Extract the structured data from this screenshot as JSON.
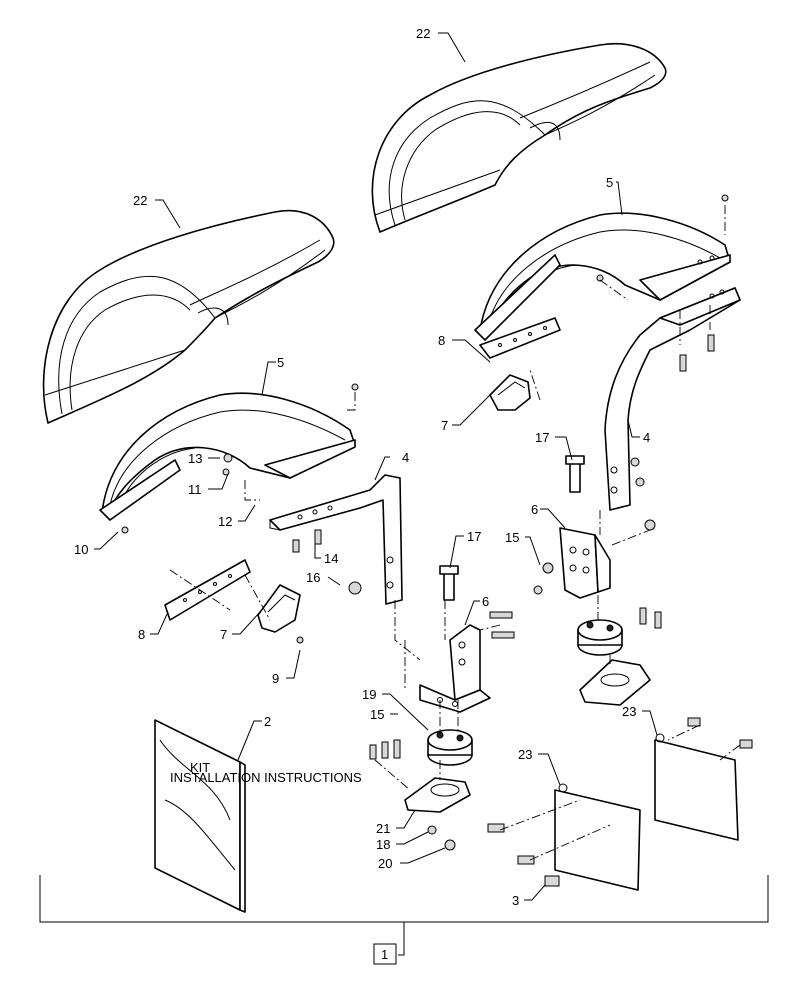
{
  "callouts": {
    "c22a": "22",
    "c22b": "22",
    "c5a": "5",
    "c5b": "5",
    "c8a": "8",
    "c8b": "8",
    "c7a": "7",
    "c7b": "7",
    "c4a": "4",
    "c4b": "4",
    "c17a": "17",
    "c17b": "17",
    "c13": "13",
    "c11": "11",
    "c12": "12",
    "c10": "10",
    "c14": "14",
    "c6a": "6",
    "c6b": "6",
    "c15a": "15",
    "c15b": "15",
    "c16": "16",
    "c9": "9",
    "c19": "19",
    "c2": "2",
    "c23a": "23",
    "c23b": "23",
    "c21": "21",
    "c18": "18",
    "c20": "20",
    "c3": "3",
    "c1": "1"
  },
  "manual": {
    "line1": "KIT",
    "line2": "INSTALLATION INSTRUCTIONS"
  }
}
